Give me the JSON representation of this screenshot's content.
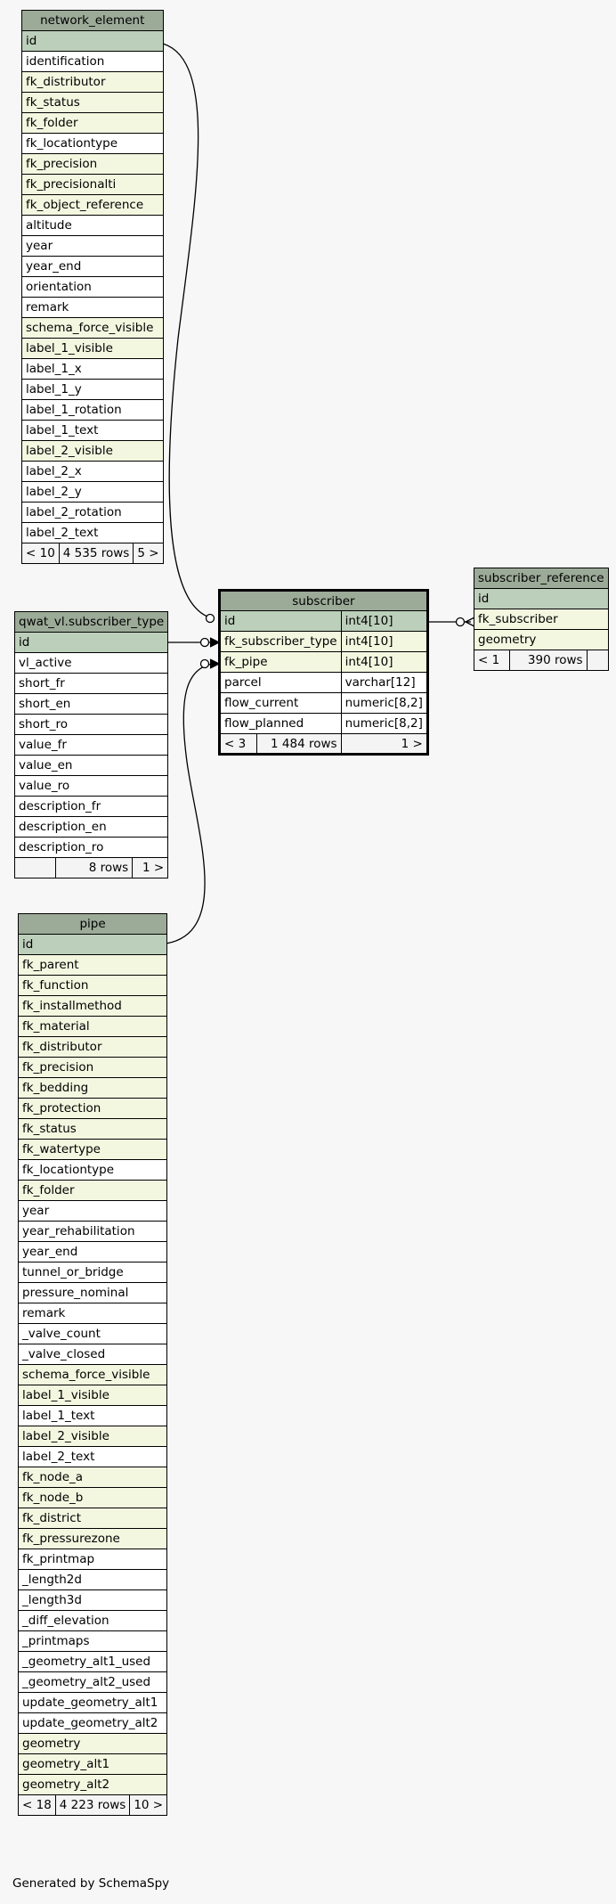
{
  "tables": [
    {
      "name": "network_element",
      "columns": [
        {
          "name": "id",
          "kind": "pk"
        },
        {
          "name": "identification",
          "kind": "plain"
        },
        {
          "name": "fk_distributor",
          "kind": "fk"
        },
        {
          "name": "fk_status",
          "kind": "fk"
        },
        {
          "name": "fk_folder",
          "kind": "fk"
        },
        {
          "name": "fk_locationtype",
          "kind": "plain"
        },
        {
          "name": "fk_precision",
          "kind": "fk"
        },
        {
          "name": "fk_precisionalti",
          "kind": "fk"
        },
        {
          "name": "fk_object_reference",
          "kind": "fk"
        },
        {
          "name": "altitude",
          "kind": "plain"
        },
        {
          "name": "year",
          "kind": "plain"
        },
        {
          "name": "year_end",
          "kind": "plain"
        },
        {
          "name": "orientation",
          "kind": "plain"
        },
        {
          "name": "remark",
          "kind": "plain"
        },
        {
          "name": "schema_force_visible",
          "kind": "fk"
        },
        {
          "name": "label_1_visible",
          "kind": "fk"
        },
        {
          "name": "label_1_x",
          "kind": "plain"
        },
        {
          "name": "label_1_y",
          "kind": "plain"
        },
        {
          "name": "label_1_rotation",
          "kind": "plain"
        },
        {
          "name": "label_1_text",
          "kind": "plain"
        },
        {
          "name": "label_2_visible",
          "kind": "fk"
        },
        {
          "name": "label_2_x",
          "kind": "plain"
        },
        {
          "name": "label_2_y",
          "kind": "plain"
        },
        {
          "name": "label_2_rotation",
          "kind": "plain"
        },
        {
          "name": "label_2_text",
          "kind": "plain"
        }
      ],
      "footer": {
        "parents": "< 10",
        "rows": "4 535 rows",
        "children": "5 >"
      }
    },
    {
      "name": "qwat_vl.subscriber_type",
      "columns": [
        {
          "name": "id",
          "kind": "pk"
        },
        {
          "name": "vl_active",
          "kind": "plain"
        },
        {
          "name": "short_fr",
          "kind": "plain"
        },
        {
          "name": "short_en",
          "kind": "plain"
        },
        {
          "name": "short_ro",
          "kind": "plain"
        },
        {
          "name": "value_fr",
          "kind": "plain"
        },
        {
          "name": "value_en",
          "kind": "plain"
        },
        {
          "name": "value_ro",
          "kind": "plain"
        },
        {
          "name": "description_fr",
          "kind": "plain"
        },
        {
          "name": "description_en",
          "kind": "plain"
        },
        {
          "name": "description_ro",
          "kind": "plain"
        }
      ],
      "footer": {
        "parents": "",
        "rows": "8 rows",
        "children": "1 >"
      }
    },
    {
      "name": "pipe",
      "columns": [
        {
          "name": "id",
          "kind": "pk"
        },
        {
          "name": "fk_parent",
          "kind": "fk"
        },
        {
          "name": "fk_function",
          "kind": "fk"
        },
        {
          "name": "fk_installmethod",
          "kind": "fk"
        },
        {
          "name": "fk_material",
          "kind": "fk"
        },
        {
          "name": "fk_distributor",
          "kind": "fk"
        },
        {
          "name": "fk_precision",
          "kind": "fk"
        },
        {
          "name": "fk_bedding",
          "kind": "fk"
        },
        {
          "name": "fk_protection",
          "kind": "fk"
        },
        {
          "name": "fk_status",
          "kind": "fk"
        },
        {
          "name": "fk_watertype",
          "kind": "fk"
        },
        {
          "name": "fk_locationtype",
          "kind": "plain"
        },
        {
          "name": "fk_folder",
          "kind": "fk"
        },
        {
          "name": "year",
          "kind": "plain"
        },
        {
          "name": "year_rehabilitation",
          "kind": "plain"
        },
        {
          "name": "year_end",
          "kind": "plain"
        },
        {
          "name": "tunnel_or_bridge",
          "kind": "plain"
        },
        {
          "name": "pressure_nominal",
          "kind": "plain"
        },
        {
          "name": "remark",
          "kind": "plain"
        },
        {
          "name": "_valve_count",
          "kind": "plain"
        },
        {
          "name": "_valve_closed",
          "kind": "plain"
        },
        {
          "name": "schema_force_visible",
          "kind": "fk"
        },
        {
          "name": "label_1_visible",
          "kind": "fk"
        },
        {
          "name": "label_1_text",
          "kind": "plain"
        },
        {
          "name": "label_2_visible",
          "kind": "fk"
        },
        {
          "name": "label_2_text",
          "kind": "plain"
        },
        {
          "name": "fk_node_a",
          "kind": "fk"
        },
        {
          "name": "fk_node_b",
          "kind": "fk"
        },
        {
          "name": "fk_district",
          "kind": "fk"
        },
        {
          "name": "fk_pressurezone",
          "kind": "fk"
        },
        {
          "name": "fk_printmap",
          "kind": "plain"
        },
        {
          "name": "_length2d",
          "kind": "plain"
        },
        {
          "name": "_length3d",
          "kind": "plain"
        },
        {
          "name": "_diff_elevation",
          "kind": "plain"
        },
        {
          "name": "_printmaps",
          "kind": "plain"
        },
        {
          "name": "_geometry_alt1_used",
          "kind": "plain"
        },
        {
          "name": "_geometry_alt2_used",
          "kind": "plain"
        },
        {
          "name": "update_geometry_alt1",
          "kind": "plain"
        },
        {
          "name": "update_geometry_alt2",
          "kind": "plain"
        },
        {
          "name": "geometry",
          "kind": "fk"
        },
        {
          "name": "geometry_alt1",
          "kind": "fk"
        },
        {
          "name": "geometry_alt2",
          "kind": "fk"
        }
      ],
      "footer": {
        "parents": "< 18",
        "rows": "4 223 rows",
        "children": "10 >"
      }
    },
    {
      "name": "subscriber",
      "columns": [
        {
          "name": "id",
          "kind": "pk",
          "type": "int4[10]"
        },
        {
          "name": "fk_subscriber_type",
          "kind": "fk",
          "type": "int4[10]"
        },
        {
          "name": "fk_pipe",
          "kind": "fk",
          "type": "int4[10]"
        },
        {
          "name": "parcel",
          "kind": "plain",
          "type": "varchar[12]"
        },
        {
          "name": "flow_current",
          "kind": "plain",
          "type": "numeric[8,2]"
        },
        {
          "name": "flow_planned",
          "kind": "plain",
          "type": "numeric[8,2]"
        }
      ],
      "footer": {
        "parents": "< 3",
        "rows": "1 484 rows",
        "children": "1 >"
      }
    },
    {
      "name": "subscriber_reference",
      "columns": [
        {
          "name": "id",
          "kind": "pk"
        },
        {
          "name": "fk_subscriber",
          "kind": "fk"
        },
        {
          "name": "geometry",
          "kind": "fk"
        }
      ],
      "footer": {
        "parents": "< 1",
        "rows": "390 rows",
        "children": ""
      }
    }
  ],
  "relationships": [
    {
      "from": "subscriber.id",
      "to": "network_element.id"
    },
    {
      "from": "subscriber.fk_subscriber_type",
      "to": "qwat_vl.subscriber_type.id"
    },
    {
      "from": "subscriber.fk_pipe",
      "to": "pipe.id"
    },
    {
      "from": "subscriber_reference.fk_subscriber",
      "to": "subscriber.id"
    }
  ],
  "generated_by": "Generated by SchemaSpy",
  "colors": {
    "header": "#9caa98",
    "pk": "#bccfba",
    "fk": "#f4f7e0",
    "footer": "#f4f4f4",
    "background": "#f7f7f7"
  }
}
